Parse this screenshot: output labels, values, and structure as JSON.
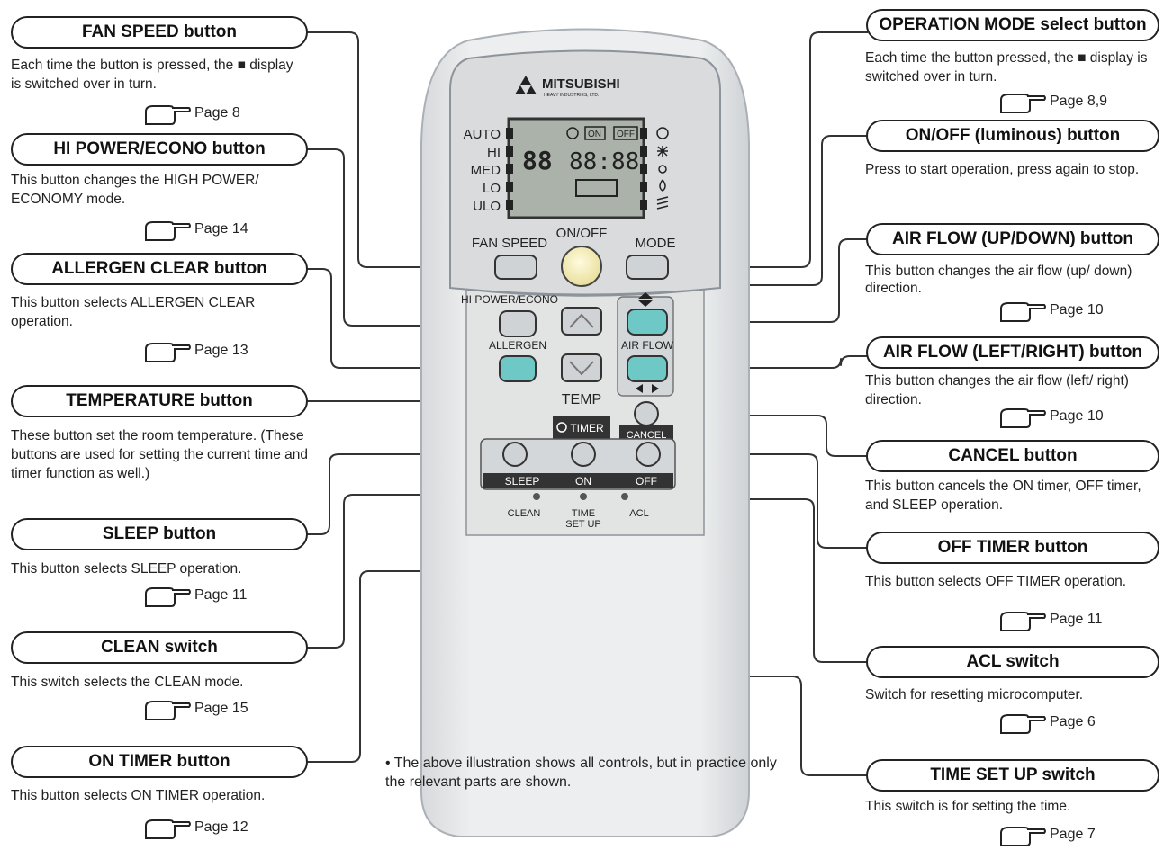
{
  "left_callouts": [
    {
      "id": "fan-speed",
      "label": "FAN SPEED button",
      "desc": "Each time the button is pressed, the ■ display is switched over in turn.",
      "page": "Page 8"
    },
    {
      "id": "hi-power-econo",
      "label": "HI POWER/ECONO button",
      "desc": "This button changes the HIGH POWER/ ECONOMY mode.",
      "page": "Page 14"
    },
    {
      "id": "allergen-clear",
      "label": "ALLERGEN CLEAR button",
      "desc": "This button selects ALLERGEN CLEAR operation.",
      "page": "Page 13"
    },
    {
      "id": "temperature",
      "label": "TEMPERATURE button",
      "desc": "These button set the room temperature. (These buttons are used for setting the current time and timer function as well.)",
      "page": ""
    },
    {
      "id": "sleep",
      "label": "SLEEP button",
      "desc": "This button selects SLEEP operation.",
      "page": "Page 11"
    },
    {
      "id": "clean",
      "label": "CLEAN switch",
      "desc": "This switch selects the CLEAN mode.",
      "page": "Page 15"
    },
    {
      "id": "on-timer",
      "label": "ON TIMER button",
      "desc": "This button selects ON TIMER operation.",
      "page": "Page 12"
    }
  ],
  "right_callouts": [
    {
      "id": "operation-mode",
      "label": "OPERATION MODE select button",
      "desc": "Each time the button pressed, the ■ display is switched over in turn.",
      "page": "Page 8,9"
    },
    {
      "id": "on-off",
      "label": "ON/OFF (luminous) button",
      "desc": "Press to start operation, press again to stop.",
      "page": ""
    },
    {
      "id": "air-flow-up-down",
      "label": "AIR FLOW (UP/DOWN) button",
      "desc": "This button changes the air flow (up/ down) direction.",
      "page": "Page 10"
    },
    {
      "id": "air-flow-left-right",
      "label": "AIR FLOW (LEFT/RIGHT) button",
      "desc": "This button changes the air flow (left/ right) direction.",
      "page": "Page 10"
    },
    {
      "id": "cancel",
      "label": "CANCEL button",
      "desc": "This button cancels the ON timer, OFF timer, and SLEEP operation.",
      "page": ""
    },
    {
      "id": "off-timer",
      "label": "OFF TIMER button",
      "desc": "This button selects OFF TIMER operation.",
      "page": "Page 11"
    },
    {
      "id": "acl",
      "label": "ACL switch",
      "desc": "Switch for resetting microcomputer.",
      "page": "Page 6"
    },
    {
      "id": "time-set-up",
      "label": "TIME SET UP switch",
      "desc": "This switch is for setting the time.",
      "page": "Page 7"
    }
  ],
  "remote": {
    "brand": "MITSUBISHI",
    "sub_brand": "HEAVY INDUSTRIES, LTD.",
    "fan_levels": [
      "AUTO",
      "HI",
      "MED",
      "LO",
      "ULO"
    ],
    "lcd_text": "88:88",
    "lcd_small": "88",
    "lcd_on": "ON",
    "lcd_off": "OFF",
    "fan_speed": "FAN SPEED",
    "on_off": "ON/OFF",
    "mode": "MODE",
    "hi_power": "HI POWER/ECONO",
    "allergen": "ALLERGEN",
    "air_flow": "AIR FLOW",
    "temp": "TEMP",
    "timer": "TIMER",
    "cancel": "CANCEL",
    "sleep": "SLEEP",
    "on": "ON",
    "off": "OFF",
    "clean": "CLEAN",
    "time_set": "TIME",
    "time_set2": "SET UP",
    "acl": "ACL"
  },
  "note": "• The above illustration shows all controls, but in practice only the relevant parts are shown."
}
